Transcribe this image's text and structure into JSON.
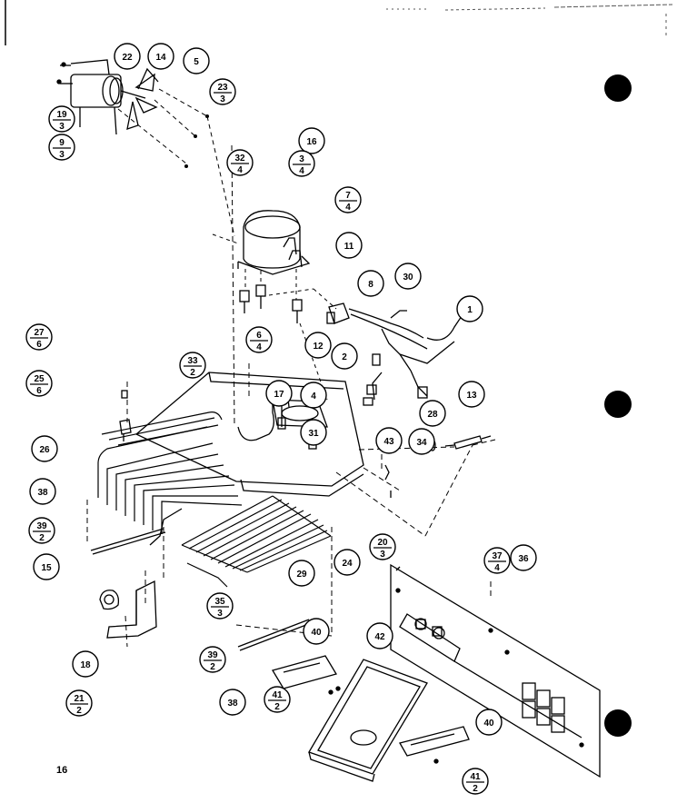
{
  "page_number": "16",
  "callouts": [
    {
      "id": "c22",
      "num": "22"
    },
    {
      "id": "c14",
      "num": "14"
    },
    {
      "id": "c5",
      "num": "5"
    },
    {
      "id": "c23",
      "num": "23",
      "den": "3"
    },
    {
      "id": "c19",
      "num": "19",
      "den": "3"
    },
    {
      "id": "c9",
      "num": "9",
      "den": "3"
    },
    {
      "id": "c16",
      "num": "16"
    },
    {
      "id": "c32",
      "num": "32",
      "den": "4"
    },
    {
      "id": "c3",
      "num": "3",
      "den": "4"
    },
    {
      "id": "c7",
      "num": "7",
      "den": "4"
    },
    {
      "id": "c11",
      "num": "11"
    },
    {
      "id": "c30",
      "num": "30"
    },
    {
      "id": "c8",
      "num": "8"
    },
    {
      "id": "c1",
      "num": "1"
    },
    {
      "id": "c2",
      "num": "2"
    },
    {
      "id": "c12",
      "num": "12"
    },
    {
      "id": "c6",
      "num": "6",
      "den": "4"
    },
    {
      "id": "c27",
      "num": "27",
      "den": "6"
    },
    {
      "id": "c25",
      "num": "25",
      "den": "6"
    },
    {
      "id": "c33",
      "num": "33",
      "den": "2"
    },
    {
      "id": "c17",
      "num": "17"
    },
    {
      "id": "c4",
      "num": "4"
    },
    {
      "id": "c28",
      "num": "28"
    },
    {
      "id": "c13",
      "num": "13"
    },
    {
      "id": "c26",
      "num": "26"
    },
    {
      "id": "c31",
      "num": "31"
    },
    {
      "id": "c43",
      "num": "43"
    },
    {
      "id": "c34",
      "num": "34"
    },
    {
      "id": "c38a",
      "num": "38"
    },
    {
      "id": "c39a",
      "num": "39",
      "den": "2"
    },
    {
      "id": "c20",
      "num": "20",
      "den": "3"
    },
    {
      "id": "c15",
      "num": "15"
    },
    {
      "id": "c24",
      "num": "24"
    },
    {
      "id": "c29",
      "num": "29"
    },
    {
      "id": "c37",
      "num": "37",
      "den": "4"
    },
    {
      "id": "c36",
      "num": "36"
    },
    {
      "id": "c35",
      "num": "35",
      "den": "3"
    },
    {
      "id": "c18",
      "num": "18"
    },
    {
      "id": "c42",
      "num": "42"
    },
    {
      "id": "c40a",
      "num": "40"
    },
    {
      "id": "c39b",
      "num": "39",
      "den": "2"
    },
    {
      "id": "c21",
      "num": "21",
      "den": "2"
    },
    {
      "id": "c41a",
      "num": "41",
      "den": "2"
    },
    {
      "id": "c38b",
      "num": "38"
    },
    {
      "id": "c40b",
      "num": "40"
    },
    {
      "id": "c41b",
      "num": "41",
      "den": "2"
    }
  ]
}
